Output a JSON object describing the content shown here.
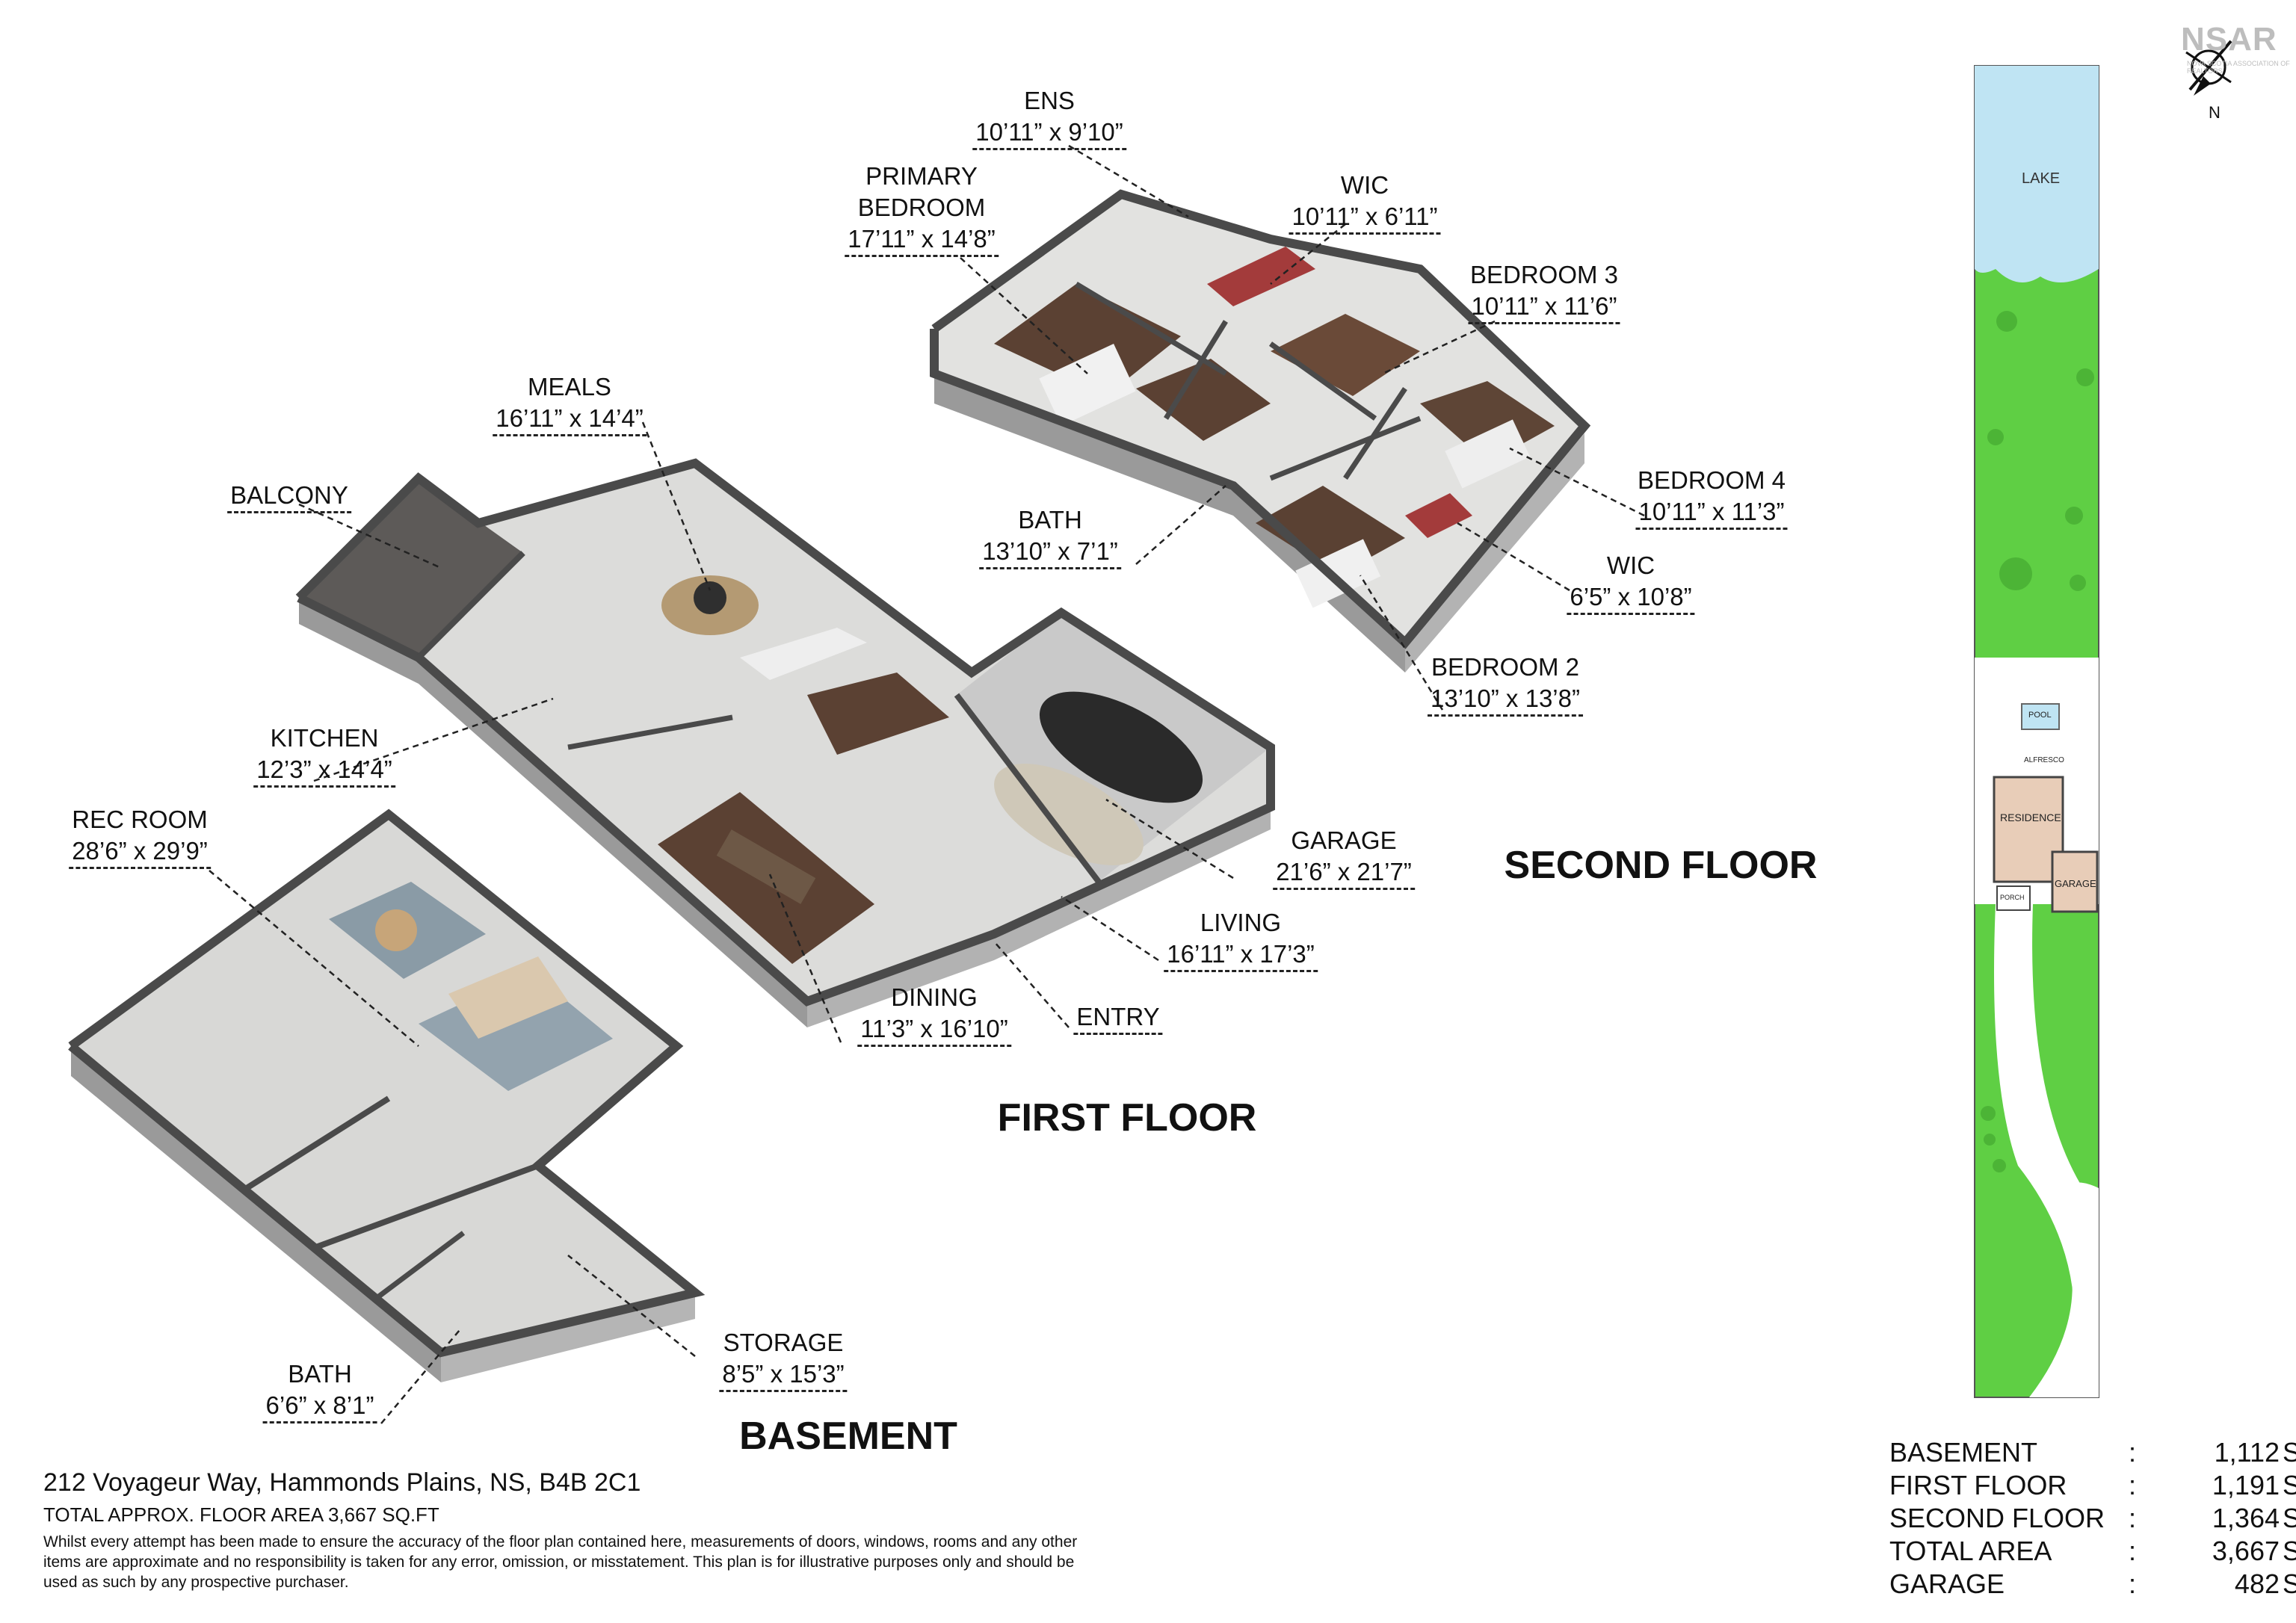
{
  "floors": {
    "second": "SECOND FLOOR",
    "first": "FIRST FLOOR",
    "basement": "BASEMENT"
  },
  "rooms": {
    "ens": {
      "name": "ENS",
      "dim": "10’11” x 9’10”"
    },
    "primary_bedroom": {
      "name_line1": "PRIMARY",
      "name_line2": "BEDROOM",
      "dim": "17’11” x 14’8”"
    },
    "wic_upper": {
      "name": "WIC",
      "dim": "10’11” x 6’11”"
    },
    "bedroom3": {
      "name": "BEDROOM 3",
      "dim": "10’11” x 11’6”"
    },
    "bedroom4": {
      "name": "BEDROOM 4",
      "dim": "10’11” x 11’3”"
    },
    "wic_lower": {
      "name": "WIC",
      "dim": "6’5” x 10’8”"
    },
    "bedroom2": {
      "name": "BEDROOM 2",
      "dim": "13’10” x 13’8”"
    },
    "bath_upper": {
      "name": "BATH",
      "dim": "13’10” x 7’1”"
    },
    "meals": {
      "name": "MEALS",
      "dim": "16’11” x 14’4”"
    },
    "balcony": {
      "name": "BALCONY"
    },
    "kitchen": {
      "name": "KITCHEN",
      "dim": "12’3” x 14’4”"
    },
    "garage": {
      "name": "GARAGE",
      "dim": "21’6” x 21’7”"
    },
    "living": {
      "name": "LIVING",
      "dim": "16’11” x 17’3”"
    },
    "entry": {
      "name": "ENTRY"
    },
    "dining": {
      "name": "DINING",
      "dim": "11’3” x 16’10”"
    },
    "rec_room": {
      "name": "REC ROOM",
      "dim": "28’6” x 29’9”"
    },
    "bath_base": {
      "name": "BATH",
      "dim": "6’6” x 8’1”"
    },
    "storage": {
      "name": "STORAGE",
      "dim": "8’5” x 15’3”"
    }
  },
  "site_plan": {
    "lake": "LAKE",
    "pool": "POOL",
    "alfresco": "ALFRESCO",
    "residence": "RESIDENCE",
    "garage": "GARAGE",
    "porch": "PORCH"
  },
  "compass": {
    "north": "N"
  },
  "logo": {
    "text": "NSAR",
    "sub": "NOVA SCOTIA ASSOCIATION OF REALTORS"
  },
  "footer": {
    "address": "212 Voyageur Way, Hammonds Plains, NS, B4B 2C1",
    "total": "TOTAL APPROX. FLOOR AREA 3,667 SQ.FT",
    "disclaimer": "Whilst every attempt has been made to ensure the accuracy of the floor plan contained here, measurements of doors, windows, rooms and any other items are approximate and no responsibility is taken for any error, omission, or misstatement. This plan is for illustrative purposes only and should be used as such by any prospective purchaser."
  },
  "areas": [
    {
      "label": "BASEMENT",
      "value": "1,112",
      "unit": "SQ.FT"
    },
    {
      "label": "FIRST FLOOR",
      "value": "1,191",
      "unit": "SQ.FT"
    },
    {
      "label": "SECOND FLOOR",
      "value": "1,364",
      "unit": "SQ.FT"
    },
    {
      "label": "TOTAL AREA",
      "value": "3,667",
      "unit": "SQ.FT"
    },
    {
      "label": "GARAGE",
      "value": "482",
      "unit": "SQ.FT"
    }
  ],
  "colors": {
    "wall": "#4a4a4a",
    "wall_side": "#9a9a9a",
    "floor_light": "#dcdcda",
    "floor_wood": "#5b4133",
    "grass": "#5fcf44",
    "lake": "#bfe4f3",
    "residence": "#e8cdb8"
  }
}
